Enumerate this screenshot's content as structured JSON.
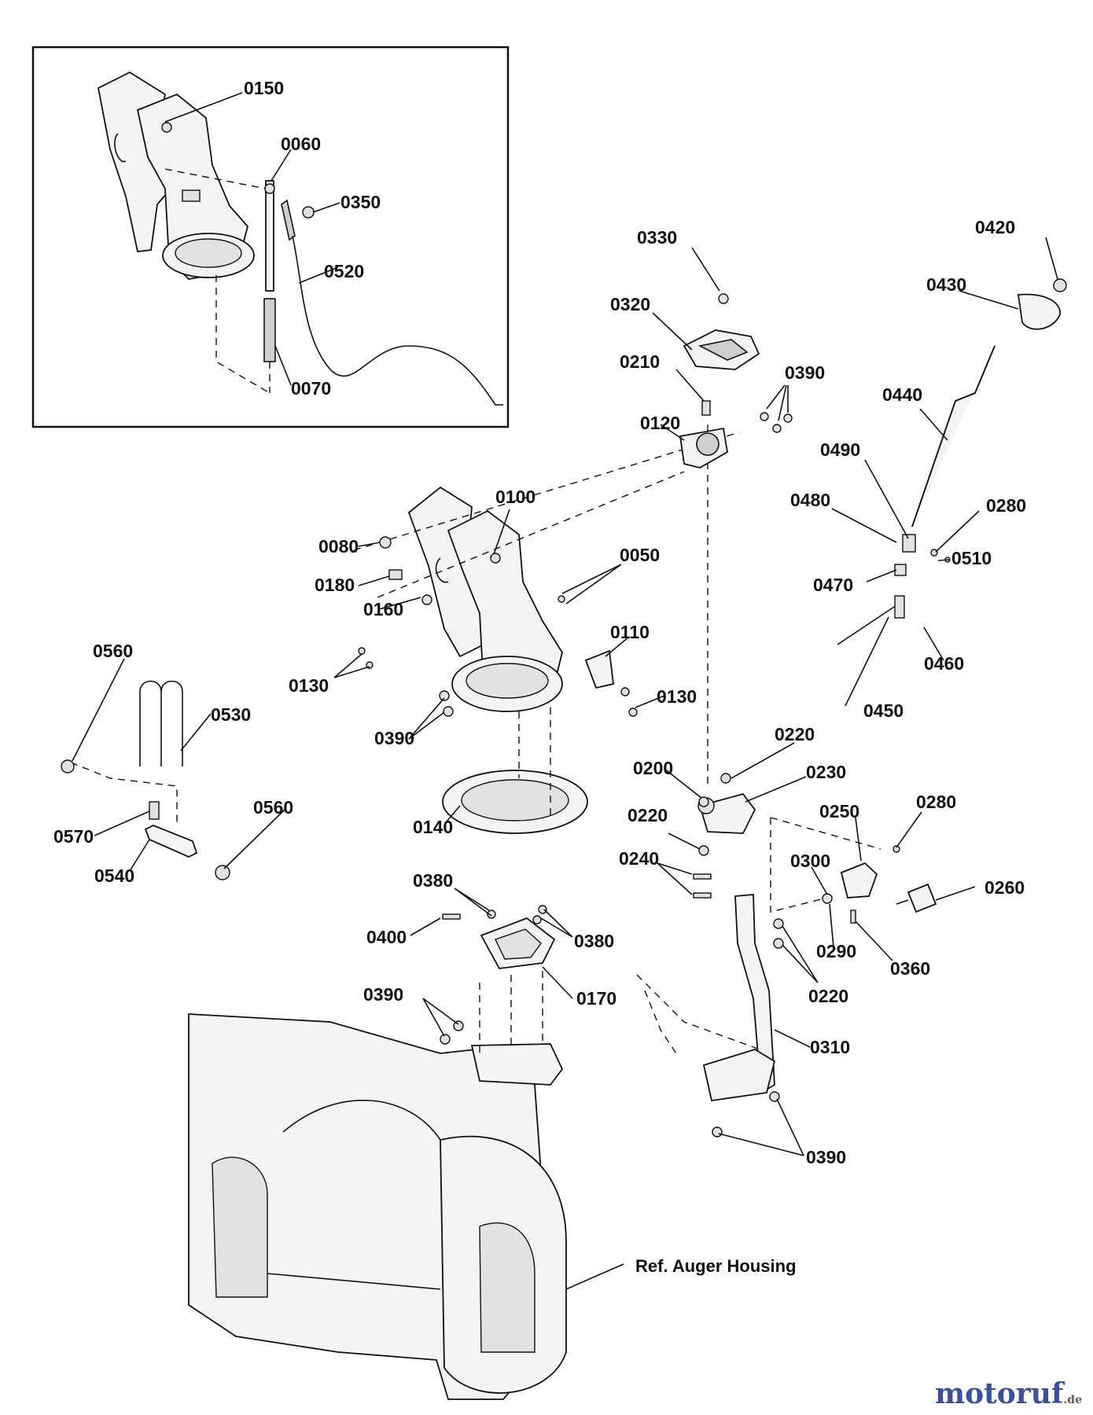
{
  "diagram": {
    "part_numbers": {
      "p0150": "0150",
      "p0060": "0060",
      "p0350": "0350",
      "p0520": "0520",
      "p0070": "0070",
      "p0330": "0330",
      "p0420": "0420",
      "p0430": "0430",
      "p0320": "0320",
      "p0210": "0210",
      "p0390a": "0390",
      "p0120": "0120",
      "p0440": "0440",
      "p0490": "0490",
      "p0480": "0480",
      "p0280a": "0280",
      "p0100": "0100",
      "p0080": "0080",
      "p0050": "0050",
      "p0510": "0510",
      "p0180": "0180",
      "p0470": "0470",
      "p0160": "0160",
      "p0110": "0110",
      "p0560a": "0560",
      "p0130a": "0130",
      "p0460": "0460",
      "p0130b": "0130",
      "p0530": "0530",
      "p0450": "0450",
      "p0390b": "0390",
      "p0220a": "0220",
      "p0200": "0200",
      "p0230": "0230",
      "p0560b": "0560",
      "p0250": "0250",
      "p0280b": "0280",
      "p0570": "0570",
      "p0140": "0140",
      "p0220b": "0220",
      "p0540": "0540",
      "p0240": "0240",
      "p0300": "0300",
      "p0260": "0260",
      "p0380a": "0380",
      "p0400": "0400",
      "p0380b": "0380",
      "p0290": "0290",
      "p0360": "0360",
      "p0220c": "0220",
      "p0390c": "0390",
      "p0170": "0170",
      "p0310": "0310",
      "p0390d": "0390"
    },
    "reference_label": "Ref. Auger Housing"
  },
  "watermark": {
    "text": "motoruf",
    "suffix": ".de"
  }
}
